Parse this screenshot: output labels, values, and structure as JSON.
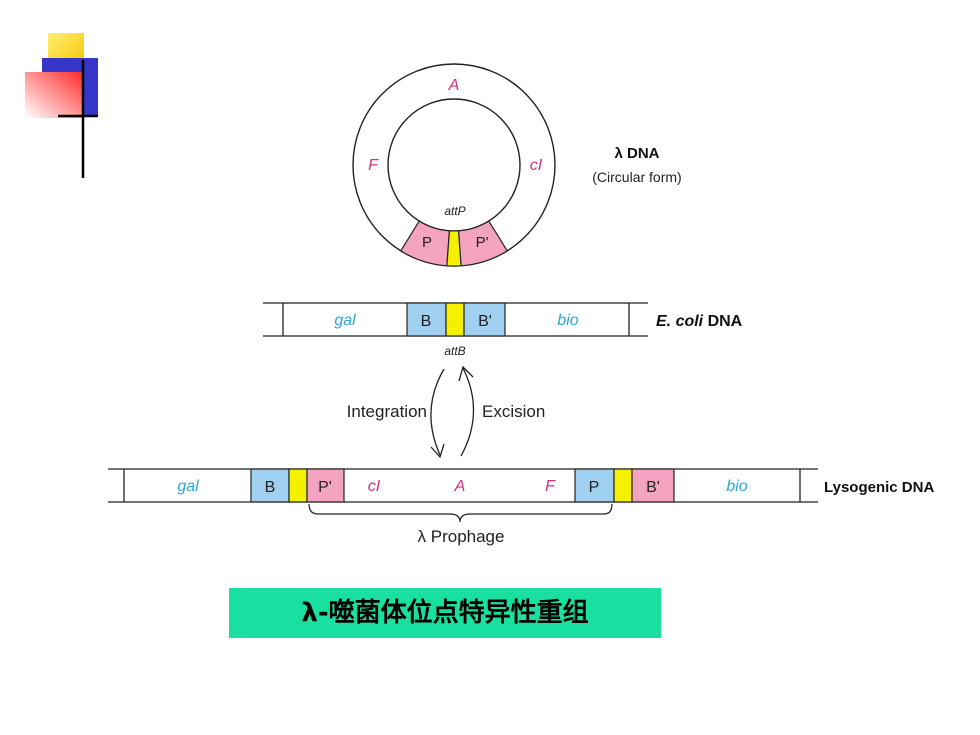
{
  "circle": {
    "genes": {
      "top": "A",
      "left": "F",
      "right": "cI"
    },
    "site_label": "attP",
    "segments": {
      "p": "P",
      "p_prime": "P'"
    },
    "title": "λ DNA",
    "subtitle": "(Circular form)"
  },
  "ecoli": {
    "gal": "gal",
    "b": "B",
    "b_prime": "B'",
    "bio": "bio",
    "site_label": "attB",
    "label_italic": "E. coli",
    "label_rest": " DNA"
  },
  "arrows": {
    "integration": "Integration",
    "excision": "Excision"
  },
  "lysogenic": {
    "gal": "gal",
    "b": "B",
    "p_prime": "P'",
    "ci": "cI",
    "a": "A",
    "f": "F",
    "p": "P",
    "b_prime": "B'",
    "bio": "bio",
    "label": "Lysogenic DNA",
    "prophage": "λ Prophage"
  },
  "caption": "λ-噬菌体位点特异性重组",
  "colors": {
    "pink": "#f4a3c0",
    "blue": "#9fd0ef",
    "yellow": "#f5f000",
    "magenta_text": "#d0307a",
    "cyan_text": "#2aa5d8",
    "caption_bg": "#19e0a0"
  }
}
